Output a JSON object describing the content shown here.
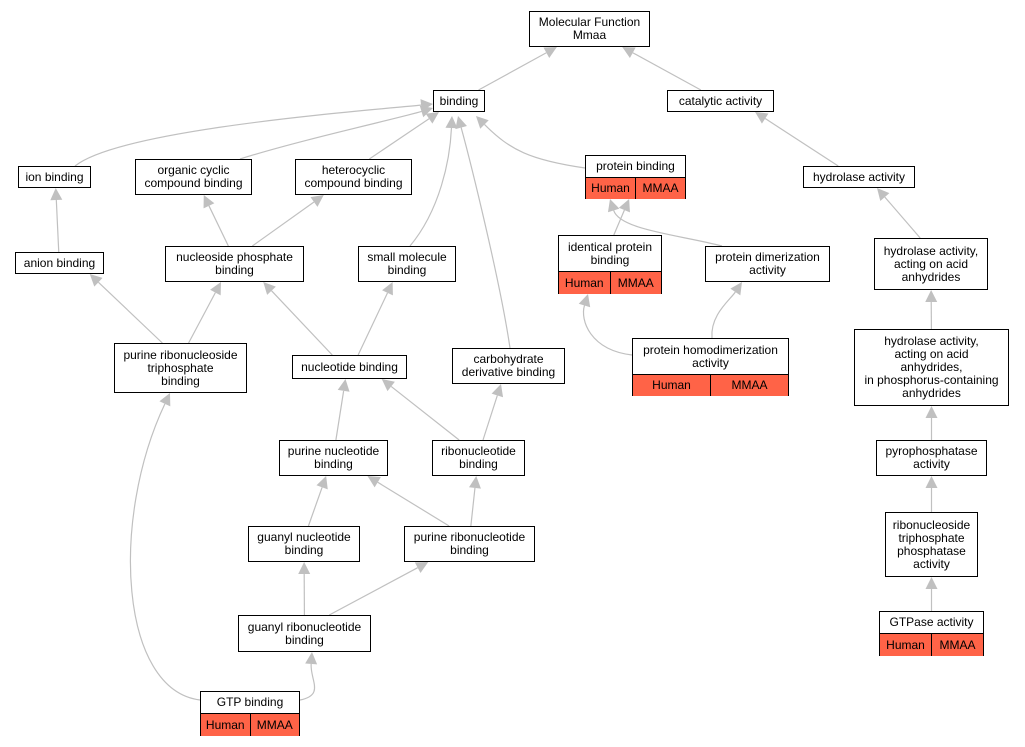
{
  "colors": {
    "edge": "#c0c0c0",
    "border": "#000000",
    "background": "#ffffff",
    "annotation_fill": "#ff6347"
  },
  "nodes": {
    "molecular_function": {
      "label": "Molecular Function\nMmaa"
    },
    "binding": {
      "label": "binding"
    },
    "catalytic_activity": {
      "label": "catalytic activity"
    },
    "ion_binding": {
      "label": "ion binding"
    },
    "organic_cyclic": {
      "label": "organic cyclic\ncompound binding"
    },
    "heterocyclic": {
      "label": "heterocyclic\ncompound binding"
    },
    "protein_binding": {
      "label": "protein binding",
      "annotations": [
        "Human",
        "MMAA"
      ]
    },
    "hydrolase_activity": {
      "label": "hydrolase activity"
    },
    "anion_binding": {
      "label": "anion binding"
    },
    "nucleoside_phosphate": {
      "label": "nucleoside phosphate\nbinding"
    },
    "small_molecule": {
      "label": "small molecule\nbinding"
    },
    "identical_protein": {
      "label": "identical protein\nbinding",
      "annotations": [
        "Human",
        "MMAA"
      ]
    },
    "protein_dimerization": {
      "label": "protein dimerization\nactivity"
    },
    "hydrolase_anhydrides": {
      "label": "hydrolase activity,\nacting on acid\nanhydrides"
    },
    "purine_ribonucleoside_triphosphate": {
      "label": "purine ribonucleoside\ntriphosphate\nbinding"
    },
    "nucleotide_binding": {
      "label": "nucleotide binding"
    },
    "carbohydrate_derivative": {
      "label": "carbohydrate\nderivative binding"
    },
    "protein_homodimerization": {
      "label": "protein homodimerization\nactivity",
      "annotations": [
        "Human",
        "MMAA"
      ]
    },
    "hydrolase_phosphorus": {
      "label": "hydrolase activity,\nacting on acid\nanhydrides,\nin phosphorus-containing\nanhydrides"
    },
    "purine_nucleotide": {
      "label": "purine nucleotide\nbinding"
    },
    "ribonucleotide": {
      "label": "ribonucleotide\nbinding"
    },
    "pyrophosphatase": {
      "label": "pyrophosphatase\nactivity"
    },
    "guanyl_nucleotide": {
      "label": "guanyl nucleotide\nbinding"
    },
    "purine_ribonucleotide": {
      "label": "purine ribonucleotide\nbinding"
    },
    "ribonucleoside_triphosphate_phosphatase": {
      "label": "ribonucleoside\ntriphosphate\nphosphatase\nactivity"
    },
    "guanyl_ribonucleotide": {
      "label": "guanyl ribonucleotide\nbinding"
    },
    "gtpase_activity": {
      "label": "GTPase activity",
      "annotations": [
        "Human",
        "MMAA"
      ]
    },
    "gtp_binding": {
      "label": "GTP binding",
      "annotations": [
        "Human",
        "MMAA"
      ]
    }
  },
  "edges": [
    {
      "from": "binding",
      "to": "molecular_function"
    },
    {
      "from": "catalytic_activity",
      "to": "molecular_function"
    },
    {
      "from": "ion_binding",
      "to": "binding"
    },
    {
      "from": "organic_cyclic",
      "to": "binding"
    },
    {
      "from": "heterocyclic",
      "to": "binding"
    },
    {
      "from": "protein_binding",
      "to": "binding"
    },
    {
      "from": "small_molecule",
      "to": "binding"
    },
    {
      "from": "carbohydrate_derivative",
      "to": "binding"
    },
    {
      "from": "hydrolase_activity",
      "to": "catalytic_activity"
    },
    {
      "from": "anion_binding",
      "to": "ion_binding"
    },
    {
      "from": "nucleoside_phosphate",
      "to": "organic_cyclic"
    },
    {
      "from": "nucleoside_phosphate",
      "to": "heterocyclic"
    },
    {
      "from": "identical_protein",
      "to": "protein_binding"
    },
    {
      "from": "protein_dimerization",
      "to": "protein_binding"
    },
    {
      "from": "hydrolase_anhydrides",
      "to": "hydrolase_activity"
    },
    {
      "from": "purine_ribonucleoside_triphosphate",
      "to": "anion_binding"
    },
    {
      "from": "purine_ribonucleoside_triphosphate",
      "to": "nucleoside_phosphate"
    },
    {
      "from": "nucleotide_binding",
      "to": "nucleoside_phosphate"
    },
    {
      "from": "nucleotide_binding",
      "to": "small_molecule"
    },
    {
      "from": "protein_homodimerization",
      "to": "identical_protein"
    },
    {
      "from": "protein_homodimerization",
      "to": "protein_dimerization"
    },
    {
      "from": "hydrolase_phosphorus",
      "to": "hydrolase_anhydrides"
    },
    {
      "from": "purine_nucleotide",
      "to": "nucleotide_binding"
    },
    {
      "from": "ribonucleotide",
      "to": "nucleotide_binding"
    },
    {
      "from": "ribonucleotide",
      "to": "carbohydrate_derivative"
    },
    {
      "from": "pyrophosphatase",
      "to": "hydrolase_phosphorus"
    },
    {
      "from": "guanyl_nucleotide",
      "to": "purine_nucleotide"
    },
    {
      "from": "purine_ribonucleotide",
      "to": "purine_nucleotide"
    },
    {
      "from": "purine_ribonucleotide",
      "to": "ribonucleotide"
    },
    {
      "from": "ribonucleoside_triphosphate_phosphatase",
      "to": "pyrophosphatase"
    },
    {
      "from": "guanyl_ribonucleotide",
      "to": "guanyl_nucleotide"
    },
    {
      "from": "guanyl_ribonucleotide",
      "to": "purine_ribonucleotide"
    },
    {
      "from": "gtpase_activity",
      "to": "ribonucleoside_triphosphate_phosphatase"
    },
    {
      "from": "gtp_binding",
      "to": "purine_ribonucleoside_triphosphate"
    },
    {
      "from": "gtp_binding",
      "to": "guanyl_ribonucleotide"
    }
  ]
}
